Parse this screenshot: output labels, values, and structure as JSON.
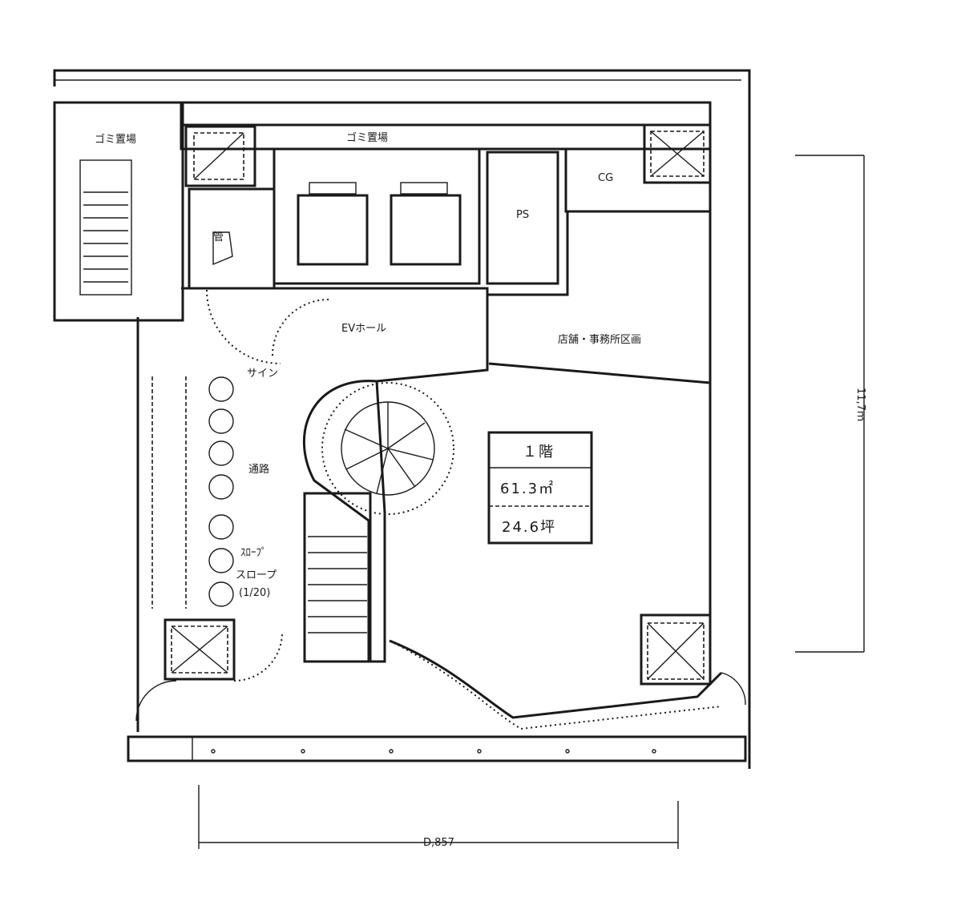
{
  "rooms": {
    "garbage_storage": "ゴミ置場",
    "garbage_area": "ゴミ置場",
    "cg": "CG",
    "ps": "PS",
    "ev_hall": "EVホール",
    "office": "店舗・事務所区画",
    "passage": "通路",
    "sign": "サイン",
    "slope_a": "ｽﾛｰﾌﾟ",
    "slope_b": "スロープ",
    "slope_c": "(1/20)",
    "kan": "管"
  },
  "floor_info": {
    "floor": "１階",
    "area_m2": "61.3㎡",
    "area_tsubo": "24.6坪"
  },
  "dimensions": {
    "width": "D,857",
    "height": "11,7ｍ"
  }
}
